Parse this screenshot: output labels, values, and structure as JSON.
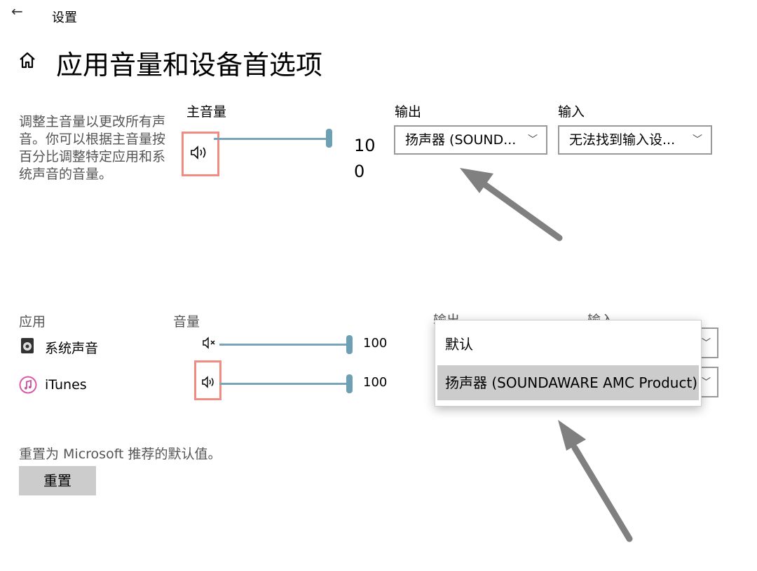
{
  "window": {
    "title": "设置",
    "back_icon": "arrow-left-icon"
  },
  "page": {
    "title": "应用音量和设备首选项",
    "home_icon": "home-icon"
  },
  "master": {
    "description": "调整主音量以更改所有声音。你可以根据主音量按百分比调整特定应用和系统声音的音量。",
    "label": "主音量",
    "value": "100",
    "value_fraction": 1.0,
    "output_label": "输出",
    "output_selected": "扬声器 (SOUND...",
    "input_label": "输入",
    "input_selected": "无法找到输入设..."
  },
  "apps": {
    "columns": {
      "app": "应用",
      "volume": "音量",
      "output": "输出",
      "input": "输入"
    },
    "rows": [
      {
        "name": "系统声音",
        "volume": "100",
        "volume_fraction": 1.0,
        "speaker_state": "muted",
        "icon": "system-sounds-icon"
      },
      {
        "name": "iTunes",
        "volume": "100",
        "volume_fraction": 1.0,
        "speaker_state": "on",
        "icon": "itunes-icon"
      }
    ]
  },
  "dropdown_menu": {
    "items": [
      "默认",
      "扬声器 (SOUNDAWARE AMC Product)"
    ],
    "highlighted": "扬声器 (SOUNDAWARE AMC Product)"
  },
  "reset": {
    "description": "重置为 Microsoft 推荐的默认值。",
    "button_label": "重置"
  },
  "colors": {
    "accent_track": "#7aa5b8",
    "thumb": "#6d9fb5",
    "highlight_box": "#f28b82",
    "arrow": "#808080",
    "menu_highlight": "#cccccc"
  }
}
